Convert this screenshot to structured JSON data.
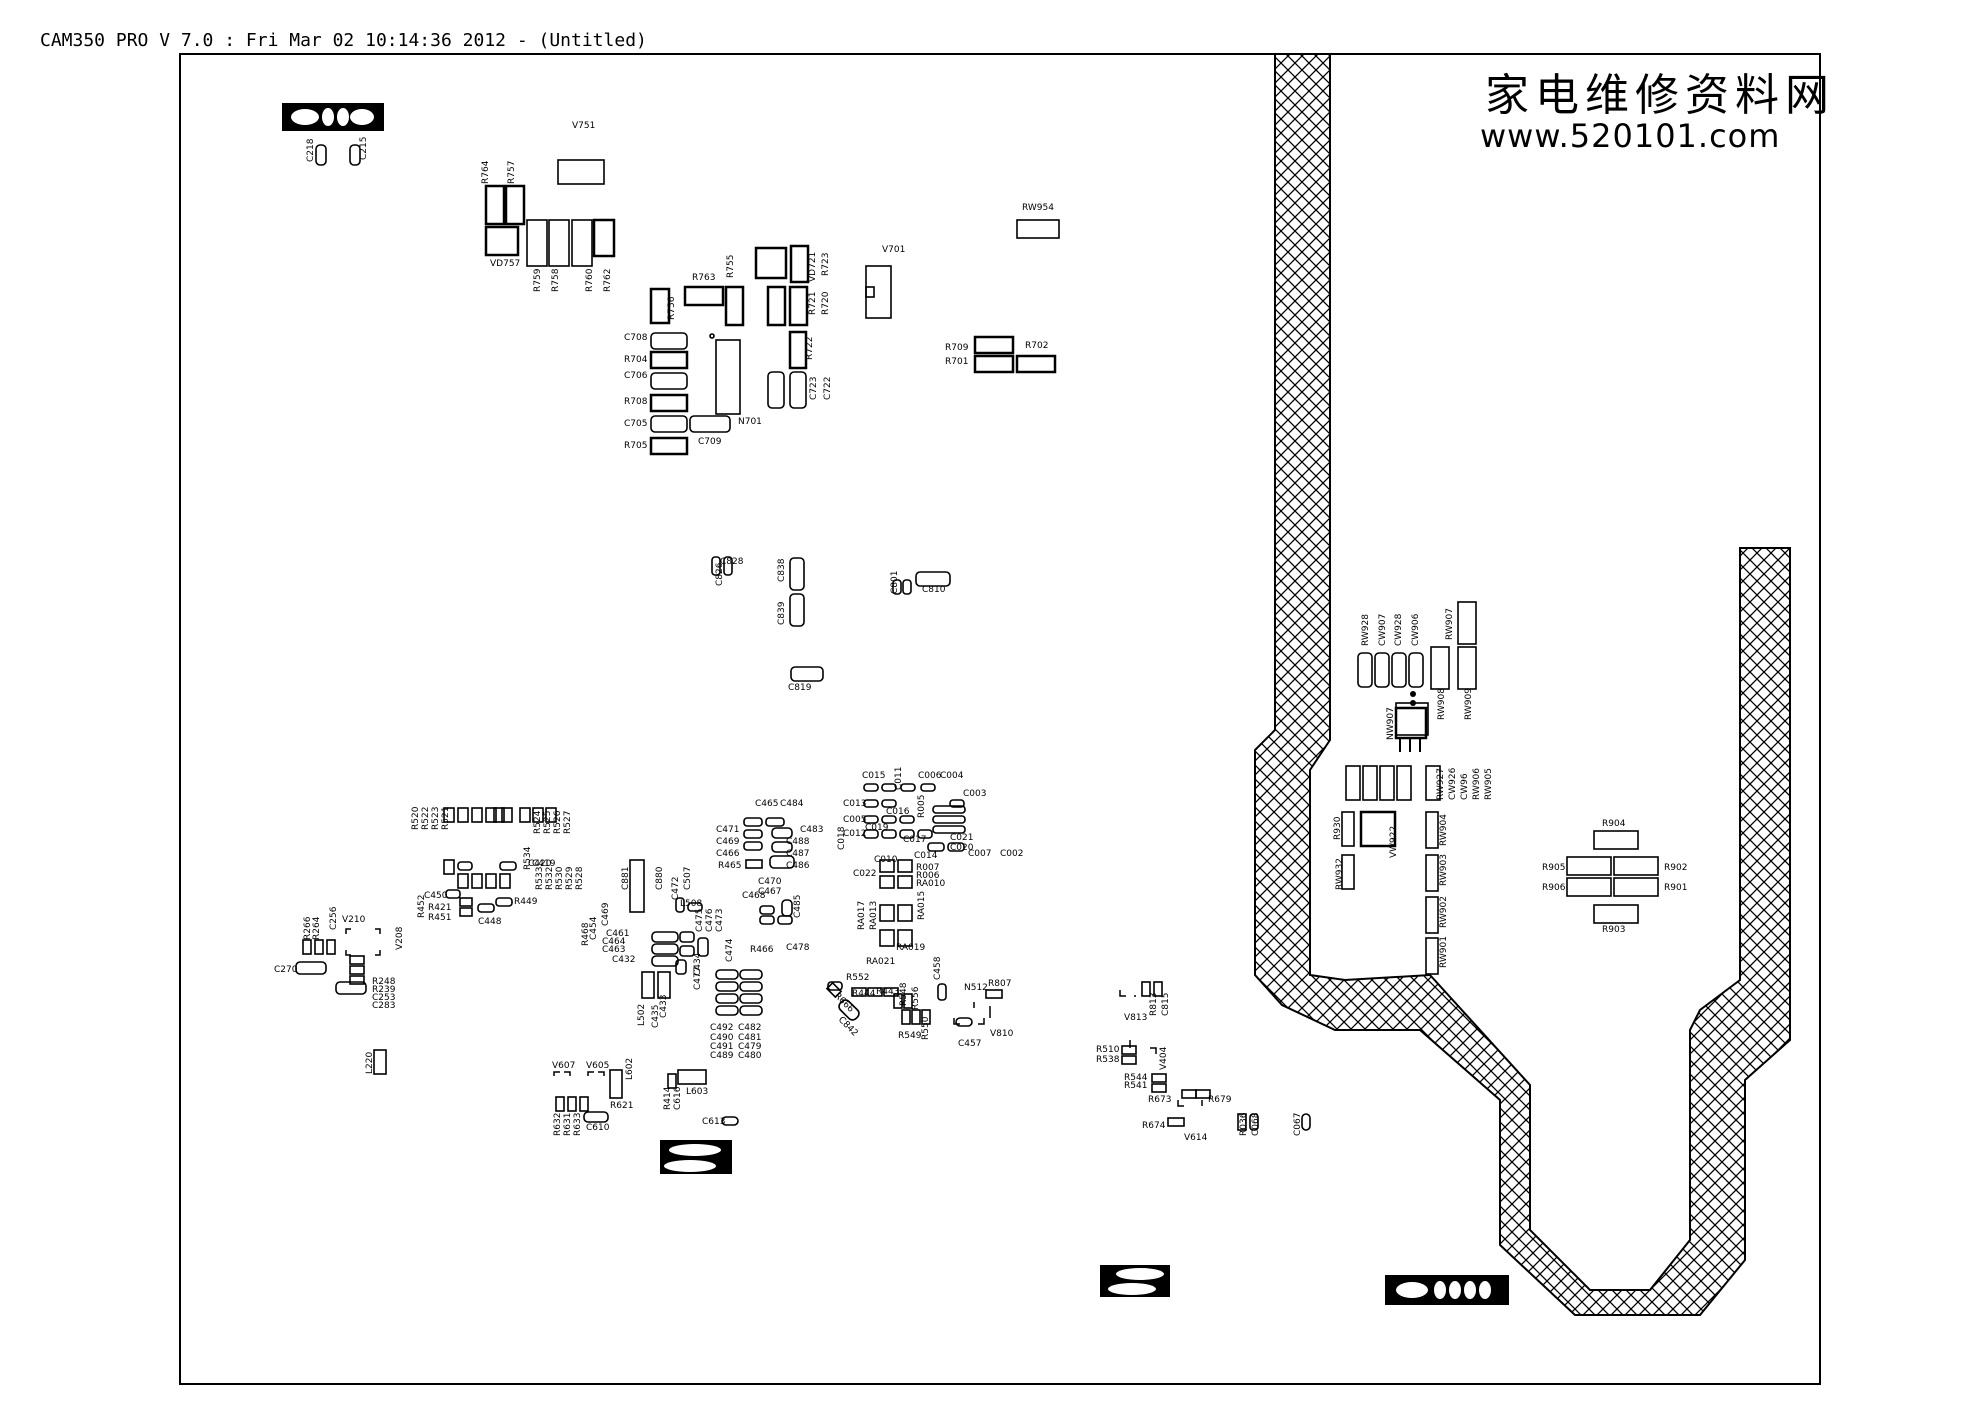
{
  "header": {
    "title": "CAM350 PRO V 7.0 : Fri Mar 02 10:14:36 2012 - (Untitled)"
  },
  "watermark": {
    "line1": "家电维修资料网",
    "line2": "www.520101.com"
  },
  "colors": {
    "ink": "#000000",
    "paper": "#ffffff"
  },
  "labels": [
    {
      "t": "V751"
    },
    {
      "t": "R764"
    },
    {
      "t": "R757"
    },
    {
      "t": "VD757"
    },
    {
      "t": "R759"
    },
    {
      "t": "R758"
    },
    {
      "t": "R760"
    },
    {
      "t": "R762"
    },
    {
      "t": "R763"
    },
    {
      "t": "R755"
    },
    {
      "t": "VD721"
    },
    {
      "t": "R723"
    },
    {
      "t": "V701"
    },
    {
      "t": "R756"
    },
    {
      "t": "R721"
    },
    {
      "t": "R720"
    },
    {
      "t": "C708"
    },
    {
      "t": "R704"
    },
    {
      "t": "C706"
    },
    {
      "t": "R708"
    },
    {
      "t": "C705"
    },
    {
      "t": "R705"
    },
    {
      "t": "C709"
    },
    {
      "t": "N701"
    },
    {
      "t": "R722"
    },
    {
      "t": "C723"
    },
    {
      "t": "C722"
    },
    {
      "t": "R709"
    },
    {
      "t": "R701"
    },
    {
      "t": "R702"
    },
    {
      "t": "RW954"
    },
    {
      "t": "C218"
    },
    {
      "t": "C215"
    },
    {
      "t": "C828"
    },
    {
      "t": "C826"
    },
    {
      "t": "C838"
    },
    {
      "t": "C839"
    },
    {
      "t": "C801"
    },
    {
      "t": "C810"
    },
    {
      "t": "C819"
    },
    {
      "t": "RW928"
    },
    {
      "t": "CW907"
    },
    {
      "t": "CW928"
    },
    {
      "t": "CW906"
    },
    {
      "t": "RW907"
    },
    {
      "t": "RW908"
    },
    {
      "t": "RW909"
    },
    {
      "t": "NW907"
    },
    {
      "t": "RW927"
    },
    {
      "t": "CW926"
    },
    {
      "t": "CW96"
    },
    {
      "t": "RW906"
    },
    {
      "t": "RW905"
    },
    {
      "t": "R930"
    },
    {
      "t": "VW922"
    },
    {
      "t": "RW904"
    },
    {
      "t": "RW932"
    },
    {
      "t": "RW903"
    },
    {
      "t": "RW902"
    },
    {
      "t": "RW901"
    },
    {
      "t": "R904"
    },
    {
      "t": "R905"
    },
    {
      "t": "R906"
    },
    {
      "t": "R902"
    },
    {
      "t": "R901"
    },
    {
      "t": "R903"
    },
    {
      "t": "C015"
    },
    {
      "t": "C011"
    },
    {
      "t": "C006"
    },
    {
      "t": "C004"
    },
    {
      "t": "C003"
    },
    {
      "t": "C013"
    },
    {
      "t": "C016"
    },
    {
      "t": "R005"
    },
    {
      "t": "C005"
    },
    {
      "t": "C019"
    },
    {
      "t": "C012"
    },
    {
      "t": "C018"
    },
    {
      "t": "C017"
    },
    {
      "t": "C014"
    },
    {
      "t": "C021"
    },
    {
      "t": "C020"
    },
    {
      "t": "C007"
    },
    {
      "t": "C002"
    },
    {
      "t": "C010"
    },
    {
      "t": "R007"
    },
    {
      "t": "R006"
    },
    {
      "t": "C022"
    },
    {
      "t": "RA010"
    },
    {
      "t": "RA017"
    },
    {
      "t": "RA013"
    },
    {
      "t": "RA015"
    },
    {
      "t": "RA021"
    },
    {
      "t": "RA019"
    },
    {
      "t": "C465"
    },
    {
      "t": "C484"
    },
    {
      "t": "C471"
    },
    {
      "t": "C483"
    },
    {
      "t": "C469"
    },
    {
      "t": "C488"
    },
    {
      "t": "C466"
    },
    {
      "t": "C487"
    },
    {
      "t": "R465"
    },
    {
      "t": "C486"
    },
    {
      "t": "C470"
    },
    {
      "t": "C467"
    },
    {
      "t": "C468"
    },
    {
      "t": "C485"
    },
    {
      "t": "R466"
    },
    {
      "t": "C478"
    },
    {
      "t": "C881"
    },
    {
      "t": "C880"
    },
    {
      "t": "C472"
    },
    {
      "t": "C507"
    },
    {
      "t": "L508"
    },
    {
      "t": "C475"
    },
    {
      "t": "C476"
    },
    {
      "t": "C473"
    },
    {
      "t": "C474"
    },
    {
      "t": "C477"
    },
    {
      "t": "C434"
    },
    {
      "t": "C433"
    },
    {
      "t": "C435"
    },
    {
      "t": "L502"
    },
    {
      "t": "C432"
    },
    {
      "t": "C463"
    },
    {
      "t": "C464"
    },
    {
      "t": "C461"
    },
    {
      "t": "C454"
    },
    {
      "t": "R468"
    },
    {
      "t": "C469"
    },
    {
      "t": "C492"
    },
    {
      "t": "C482"
    },
    {
      "t": "C490"
    },
    {
      "t": "C481"
    },
    {
      "t": "C491"
    },
    {
      "t": "C479"
    },
    {
      "t": "C489"
    },
    {
      "t": "C480"
    },
    {
      "t": "R520"
    },
    {
      "t": "R522"
    },
    {
      "t": "R523"
    },
    {
      "t": "R521"
    },
    {
      "t": "R524"
    },
    {
      "t": "R525"
    },
    {
      "t": "R526"
    },
    {
      "t": "R527"
    },
    {
      "t": "R534"
    },
    {
      "t": "C420"
    },
    {
      "t": "C419"
    },
    {
      "t": "R533"
    },
    {
      "t": "R532"
    },
    {
      "t": "R530"
    },
    {
      "t": "R529"
    },
    {
      "t": "R528"
    },
    {
      "t": "C450"
    },
    {
      "t": "R452"
    },
    {
      "t": "R421"
    },
    {
      "t": "R451"
    },
    {
      "t": "C448"
    },
    {
      "t": "R449"
    },
    {
      "t": "R266"
    },
    {
      "t": "R264"
    },
    {
      "t": "C256"
    },
    {
      "t": "V210"
    },
    {
      "t": "V208"
    },
    {
      "t": "C270"
    },
    {
      "t": "R248"
    },
    {
      "t": "R239"
    },
    {
      "t": "C253"
    },
    {
      "t": "C283"
    },
    {
      "t": "L220"
    },
    {
      "t": "V607"
    },
    {
      "t": "V605"
    },
    {
      "t": "L602"
    },
    {
      "t": "R621"
    },
    {
      "t": "C610"
    },
    {
      "t": "R632"
    },
    {
      "t": "R631"
    },
    {
      "t": "R633"
    },
    {
      "t": "R414"
    },
    {
      "t": "C616"
    },
    {
      "t": "L603"
    },
    {
      "t": "C613"
    },
    {
      "t": "R552"
    },
    {
      "t": "R444"
    },
    {
      "t": "R443"
    },
    {
      "t": "R548"
    },
    {
      "t": "R556"
    },
    {
      "t": "R549"
    },
    {
      "t": "R550"
    },
    {
      "t": "C458"
    },
    {
      "t": "N512"
    },
    {
      "t": "C457"
    },
    {
      "t": "R807"
    },
    {
      "t": "V810"
    },
    {
      "t": "R666"
    },
    {
      "t": "C842"
    },
    {
      "t": "V813"
    },
    {
      "t": "R813"
    },
    {
      "t": "C815"
    },
    {
      "t": "R510"
    },
    {
      "t": "R538"
    },
    {
      "t": "V404"
    },
    {
      "t": "R544"
    },
    {
      "t": "R541"
    },
    {
      "t": "R673"
    },
    {
      "t": "R679"
    },
    {
      "t": "R674"
    },
    {
      "t": "V614"
    },
    {
      "t": "R036"
    },
    {
      "t": "C068"
    },
    {
      "t": "C067"
    }
  ]
}
